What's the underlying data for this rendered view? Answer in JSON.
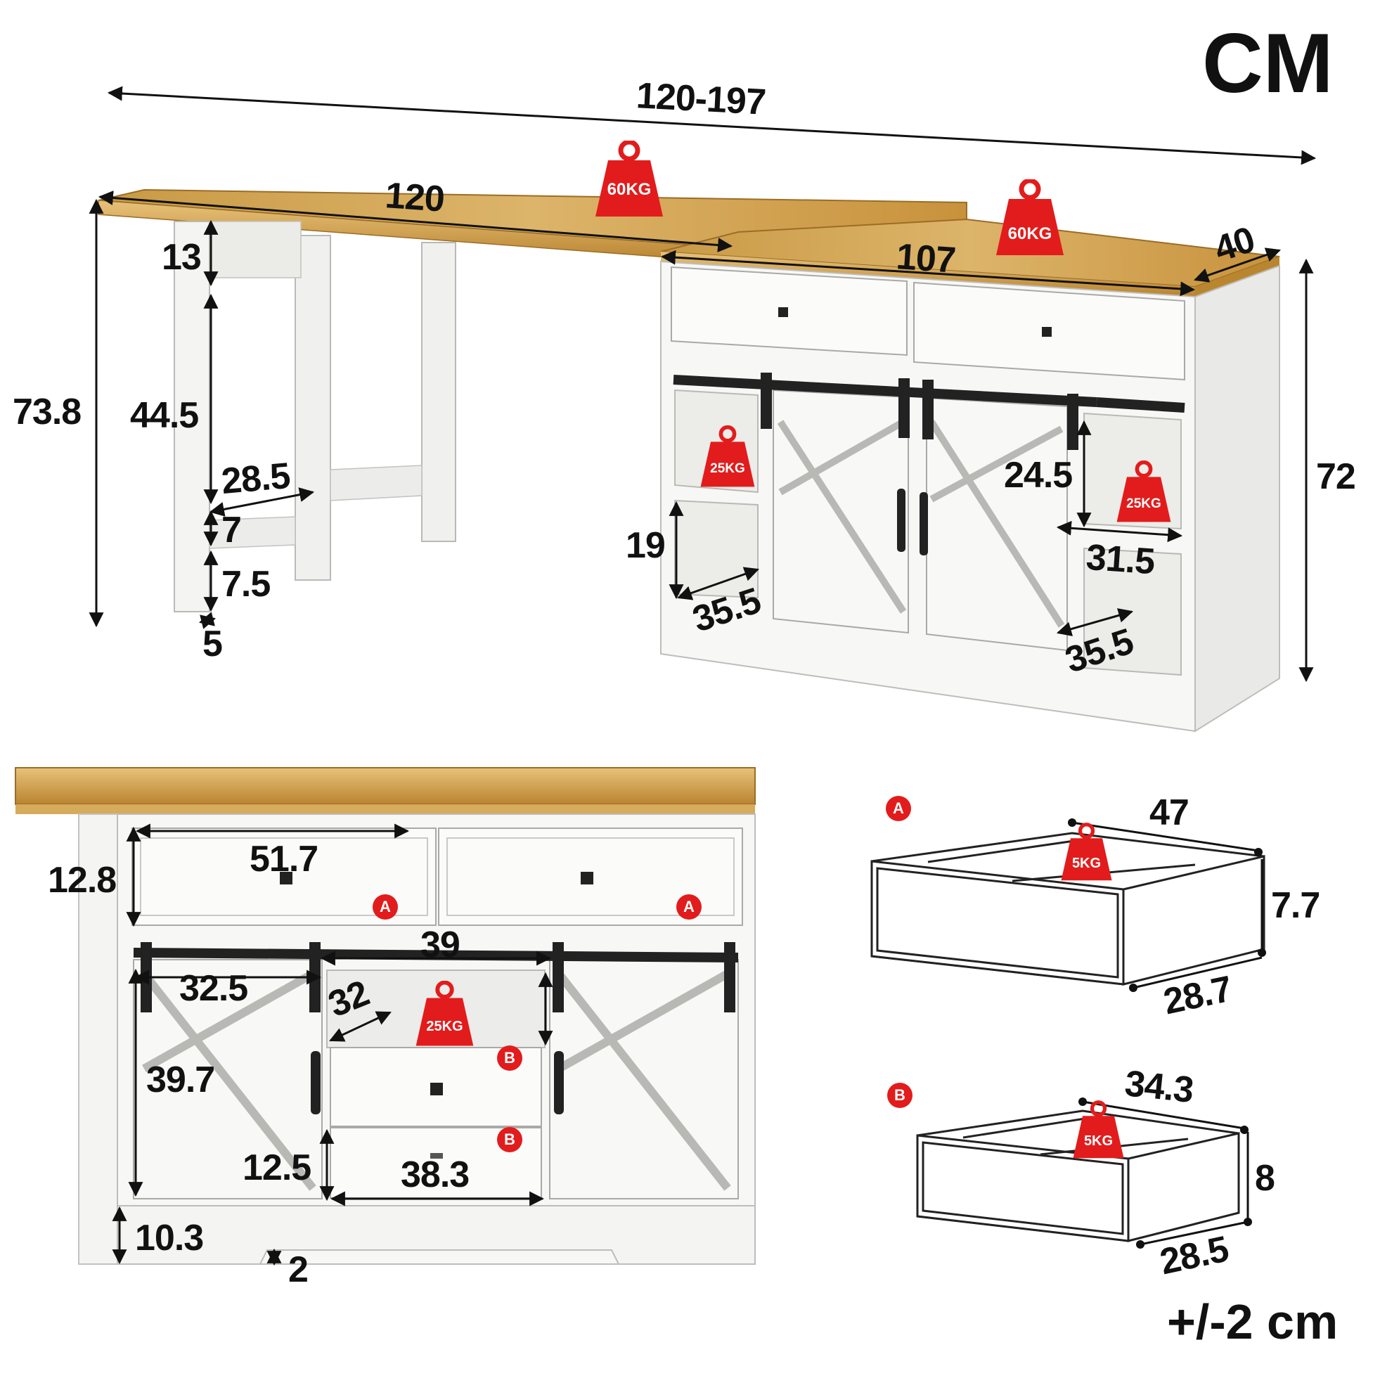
{
  "unit_title": "CM",
  "tolerance": "+/-2 cm",
  "weights": {
    "desk_top": "60KG",
    "cabinet_top": "60KG",
    "left_shelf": "25KG",
    "right_shelf": "25KG",
    "center_shelf": "25KG",
    "drawer_a": "5KG",
    "drawer_b": "5KG"
  },
  "overview_dims": {
    "total_width": "120-197",
    "desk_top_length": "120",
    "cabinet_width": "107",
    "cabinet_depth": "40",
    "desk_height": "73.8",
    "apron_height": "13",
    "leg_clearance": "44.5",
    "leg_depth": "28.5",
    "stretcher_height": "7",
    "stretcher_floor_gap": "7.5",
    "leg_width": "5",
    "cabinet_height": "72",
    "left_shelf_height": "19",
    "left_shelf_depth": "35.5",
    "right_shelf_height": "24.5",
    "right_shelf_width": "31.5",
    "right_shelf_depth": "35.5"
  },
  "front_dims": {
    "drawer_height": "12.8",
    "drawer_width": "51.7",
    "center_width": "39",
    "door_width": "32.5",
    "center_depth": "32",
    "door_height": "39.7",
    "small_drawer_height": "12.5",
    "small_drawer_width": "38.3",
    "base_height": "10.3",
    "foot_height": "2"
  },
  "tags": {
    "a": "A",
    "b": "B"
  },
  "drawer_a_dims": {
    "width": "47",
    "height": "7.7",
    "depth": "28.7"
  },
  "drawer_b_dims": {
    "width": "34.3",
    "height": "8",
    "depth": "28.5"
  }
}
